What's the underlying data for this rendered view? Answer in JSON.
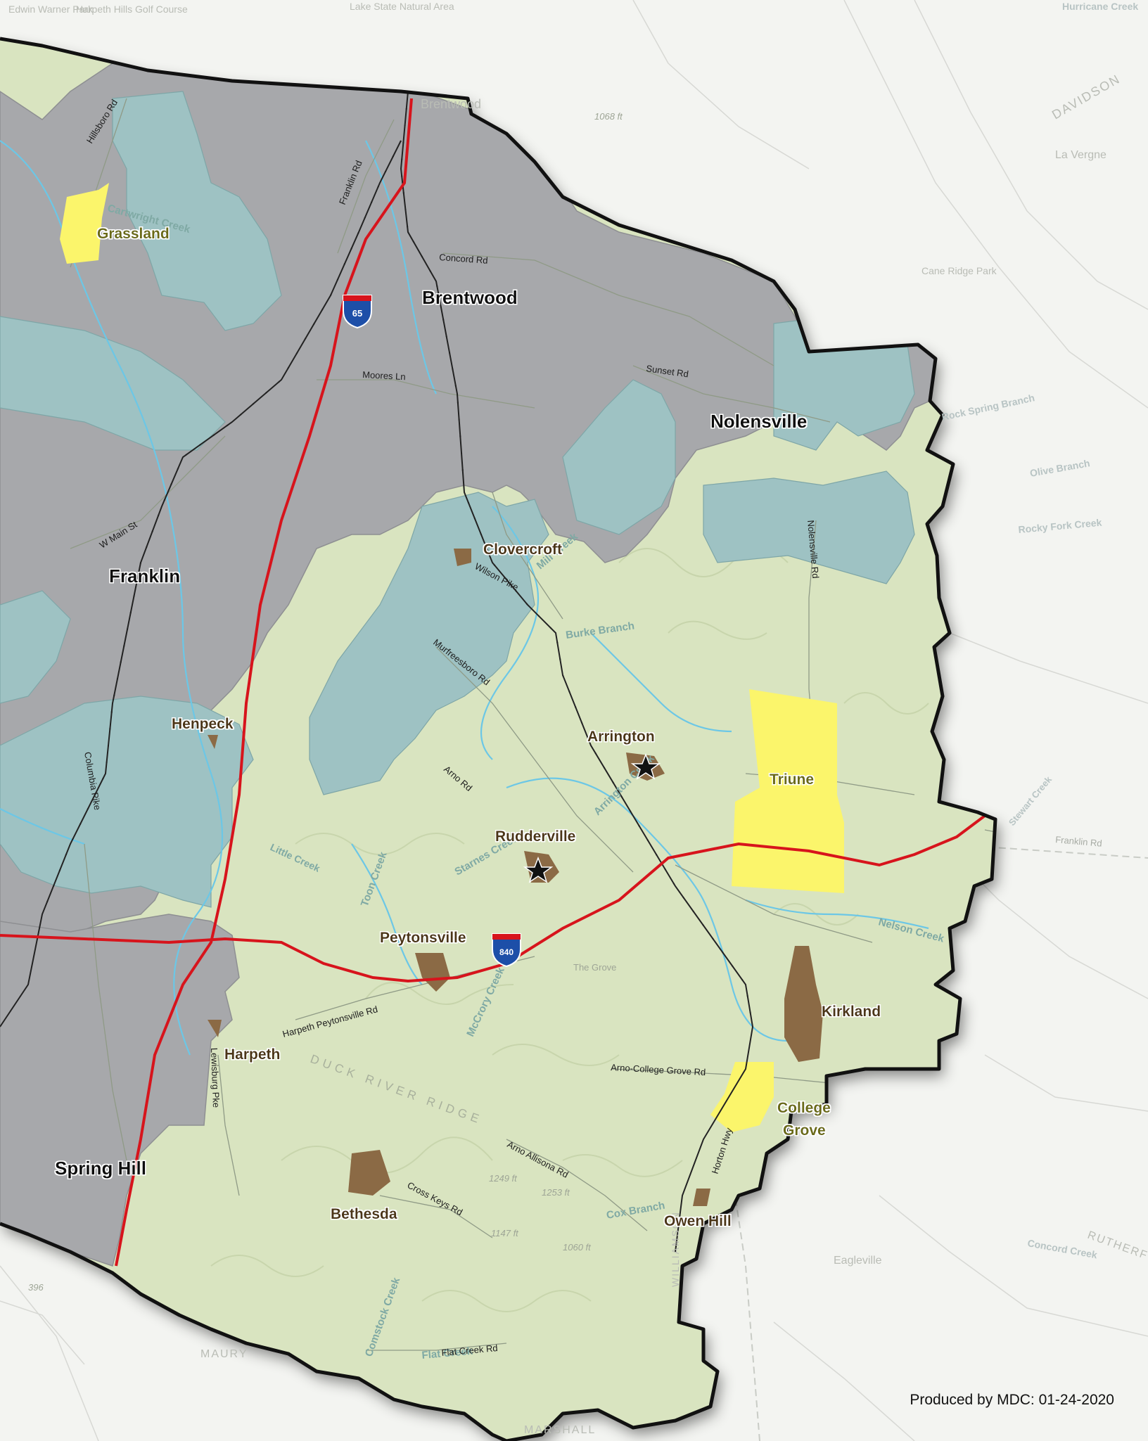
{
  "map": {
    "credit": "Produced by MDC: 01-24-2020",
    "colors": {
      "background": "#f3f4f1",
      "county_fill": "#d9e4c0",
      "city": "#a7a8ab",
      "growth_area": "#9ec2c3",
      "rural_center": "#8b6a45",
      "hamlet": "#fbf56b",
      "interstate": "#d7141c",
      "railroad": "#222222",
      "stream": "#6cc7e6",
      "county_line": "#111111"
    },
    "cities": [
      {
        "label": "Brentwood"
      },
      {
        "label": "Nolensville"
      },
      {
        "label": "Franklin"
      },
      {
        "label": "Spring Hill"
      }
    ],
    "places": [
      {
        "label": "Grassland"
      },
      {
        "label": "Clovercroft"
      },
      {
        "label": "Henpeck"
      },
      {
        "label": "Arrington"
      },
      {
        "label": "Triune"
      },
      {
        "label": "Rudderville"
      },
      {
        "label": "Peytonsville"
      },
      {
        "label": "Kirkland"
      },
      {
        "label": "Harpeth"
      },
      {
        "label": "College"
      },
      {
        "label": "Grove"
      },
      {
        "label": "Bethesda"
      },
      {
        "label": "Owen Hill"
      }
    ],
    "roads": [
      {
        "label": "Hillsboro Rd"
      },
      {
        "label": "Franklin Rd"
      },
      {
        "label": "Concord Rd"
      },
      {
        "label": "Moores Ln"
      },
      {
        "label": "Sunset Rd"
      },
      {
        "label": "W Main St"
      },
      {
        "label": "Wilson Pike"
      },
      {
        "label": "Nolensville Rd"
      },
      {
        "label": "Murfreesboro Rd"
      },
      {
        "label": "Columbia Pike"
      },
      {
        "label": "Arno Rd"
      },
      {
        "label": "Harpeth Peytonsville Rd"
      },
      {
        "label": "Lewisburg Pke"
      },
      {
        "label": "Arno-College Grove Rd"
      },
      {
        "label": "Arno Allisona Rd"
      },
      {
        "label": "Cross Keys Rd"
      },
      {
        "label": "Horton Hwy"
      },
      {
        "label": "Flat Creek Rd"
      },
      {
        "label": "Franklin Rd"
      }
    ],
    "shields": [
      {
        "label": "65"
      },
      {
        "label": "840"
      }
    ],
    "streams": [
      {
        "label": "Burke Branch"
      },
      {
        "label": "Mill Creek"
      },
      {
        "label": "Arrington Creek"
      },
      {
        "label": "Starnes Creek"
      },
      {
        "label": "Toon Creek"
      },
      {
        "label": "Nelson Creek"
      },
      {
        "label": "McCrory Creek"
      },
      {
        "label": "Cartwright Creek"
      },
      {
        "label": "Flat Creek"
      },
      {
        "label": "Comstock Creek"
      },
      {
        "label": "Cox Branch"
      },
      {
        "label": "Rock Spring Branch"
      },
      {
        "label": "Olive Branch"
      },
      {
        "label": "Rocky Fork Creek"
      },
      {
        "label": "Concord Creek"
      },
      {
        "label": "Stewart Creek"
      },
      {
        "label": "Hurricane Creek"
      },
      {
        "label": "Little Creek"
      }
    ],
    "background_labels": [
      {
        "label": "Edwin Warner Park"
      },
      {
        "label": "Harpeth Hills Golf Course"
      },
      {
        "label": "Lake State Natural Area"
      },
      {
        "label": "Brentwood"
      },
      {
        "label": "DAVIDSON"
      },
      {
        "label": "La Vergne"
      },
      {
        "label": "Cane Ridge Park"
      },
      {
        "label": "Eagleville"
      },
      {
        "label": "MAURY"
      },
      {
        "label": "MARSHALL"
      },
      {
        "label": "WILLIAMSON"
      },
      {
        "label": "RUTHERFORD"
      },
      {
        "label": "The Grove"
      },
      {
        "label": "DUCK RIVER RIDGE"
      }
    ],
    "elevations": [
      {
        "label": "1068 ft"
      },
      {
        "label": "1249 ft"
      },
      {
        "label": "1253 ft"
      },
      {
        "label": "1147 ft"
      },
      {
        "label": "1060 ft"
      },
      {
        "label": "396"
      }
    ]
  }
}
